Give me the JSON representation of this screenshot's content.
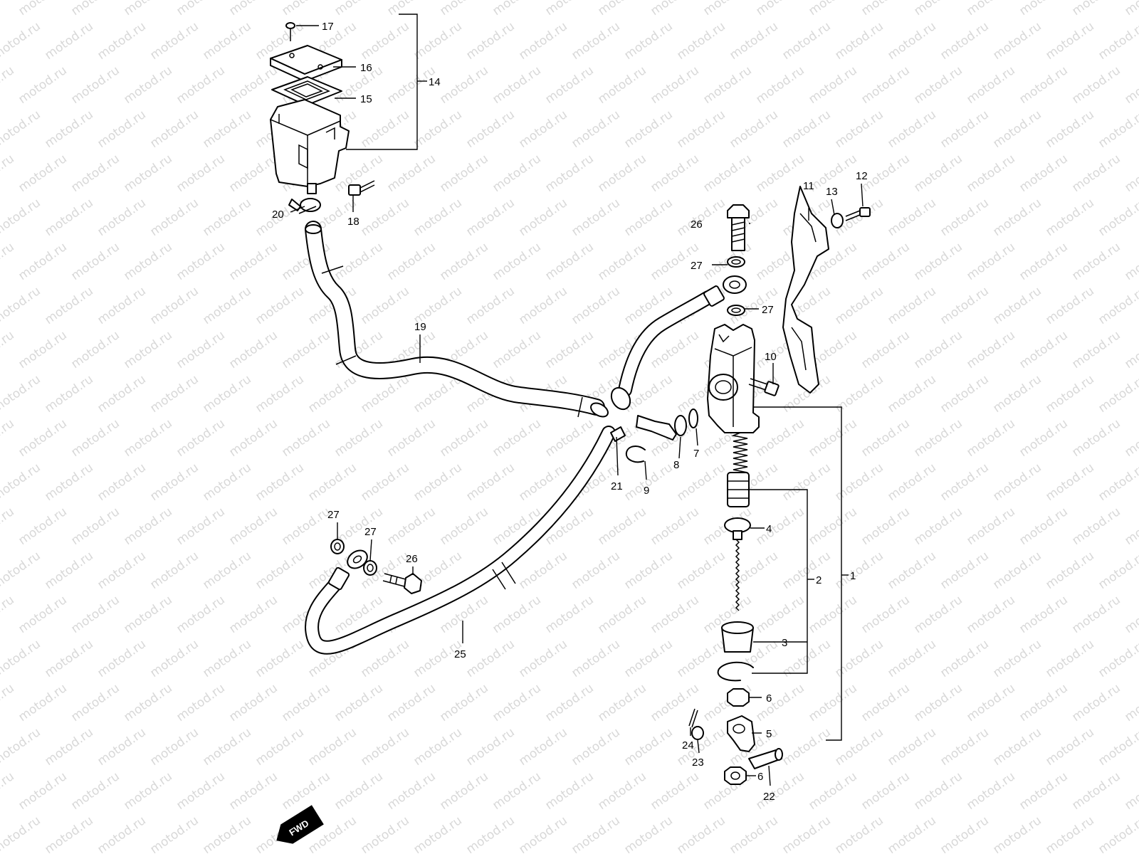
{
  "watermark": "motod.ru",
  "direction_badge": "FWD",
  "callouts": {
    "p1": "1",
    "p2": "2",
    "p3": "3",
    "p4": "4",
    "p5": "5",
    "p6a": "6",
    "p6b": "6",
    "p7": "7",
    "p8": "8",
    "p9": "9",
    "p10": "10",
    "p11": "11",
    "p12": "12",
    "p13": "13",
    "p14": "14",
    "p15": "15",
    "p16": "16",
    "p17": "17",
    "p18": "18",
    "p19": "19",
    "p20": "20",
    "p21": "21",
    "p22": "22",
    "p23": "23",
    "p24": "24",
    "p25": "25",
    "p26a": "26",
    "p26b": "26",
    "p27a": "27",
    "p27b": "27",
    "p27c": "27",
    "p27d": "27"
  }
}
